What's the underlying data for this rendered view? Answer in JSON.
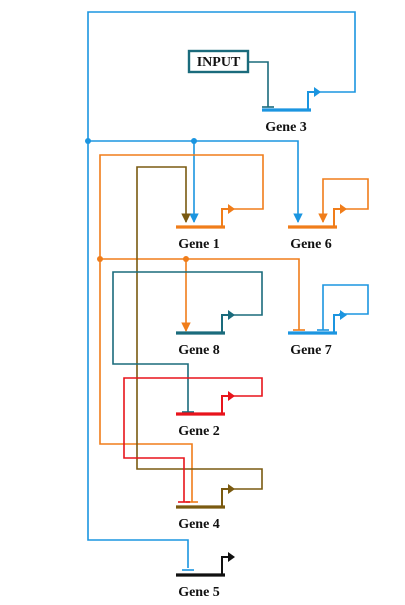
{
  "colors": {
    "blue": "#1b95e0",
    "teal": "#1a6b7c",
    "orange": "#f07d1a",
    "olive": "#7a5a10",
    "red": "#e8141c",
    "black": "#111111"
  },
  "input_box": {
    "label": "INPUT"
  },
  "genes": {
    "gene3": {
      "label": "Gene 3"
    },
    "gene1": {
      "label": "Gene 1"
    },
    "gene6": {
      "label": "Gene 6"
    },
    "gene8": {
      "label": "Gene 8"
    },
    "gene7": {
      "label": "Gene 7"
    },
    "gene2": {
      "label": "Gene 2"
    },
    "gene4": {
      "label": "Gene 4"
    },
    "gene5": {
      "label": "Gene 5"
    }
  },
  "edges": [
    {
      "from": "INPUT",
      "to": "Gene 3",
      "type": "repression"
    },
    {
      "from": "Gene 3",
      "to": "Gene 1",
      "type": "activation"
    },
    {
      "from": "Gene 3",
      "to": "Gene 6",
      "type": "activation"
    },
    {
      "from": "Gene 3",
      "to": "Gene 5",
      "type": "repression"
    },
    {
      "from": "Gene 1",
      "to": "Gene 8",
      "type": "activation"
    },
    {
      "from": "Gene 1",
      "to": "Gene 7",
      "type": "repression"
    },
    {
      "from": "Gene 1",
      "to": "Gene 4",
      "type": "repression"
    },
    {
      "from": "Gene 6",
      "to": "Gene 6",
      "type": "self-activation"
    },
    {
      "from": "Gene 7",
      "to": "Gene 7",
      "type": "self-repression"
    },
    {
      "from": "Gene 8",
      "to": "Gene 2",
      "type": "repression"
    },
    {
      "from": "Gene 2",
      "to": "Gene 4",
      "type": "repression"
    },
    {
      "from": "Gene 4",
      "to": "Gene 1",
      "type": "activation"
    }
  ]
}
